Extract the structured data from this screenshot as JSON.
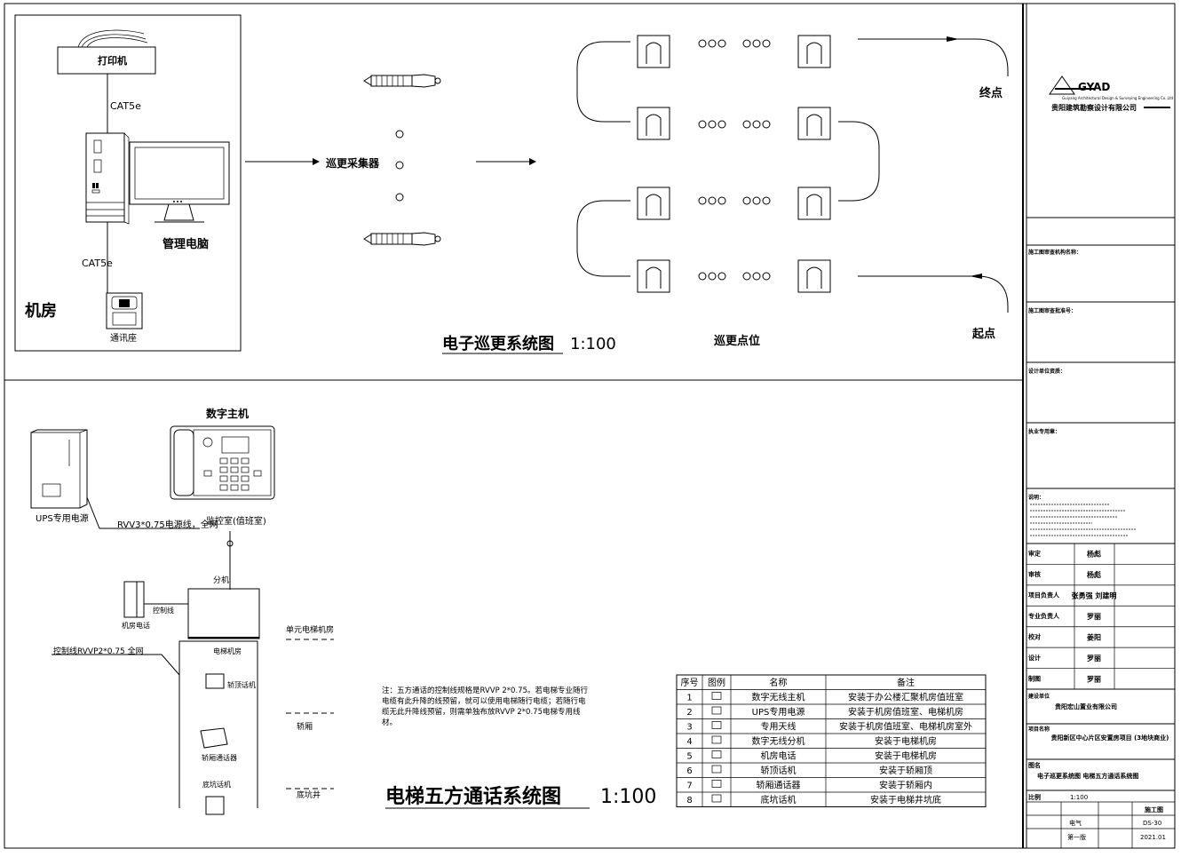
{
  "patrol": {
    "printer": "打印机",
    "cat5e_top": "CAT5e",
    "cat5e_bottom": "CAT5e",
    "mgmt_pc": "管理电脑",
    "comm_seat": "通讯座",
    "machine_room": "机房",
    "collector": "巡更采集器",
    "points_label": "巡更点位",
    "end_point": "终点",
    "start_point": "起点",
    "title": "电子巡更系统图",
    "scale": "1:100"
  },
  "elevator": {
    "digital_host": "数字主机",
    "ups": "UPS专用电源",
    "rvv_cable": "RVV3*0.75电源线，全网",
    "duty_room": "监控室(值班室)",
    "sub_unit": "分机",
    "machine_room_phone": "机房电话",
    "control_line": "控制线",
    "control_cable": "控制线RVVP2*0.75 全网",
    "elev_room": "电梯机房",
    "car_top": "轿顶话机",
    "car_intercom": "轿厢通话器",
    "pit_phone": "底坑话机",
    "floor_machine": "单元电梯机房",
    "car_label": "轿厢",
    "pit_label": "底坑井",
    "note": "注：五方通话的控制线规格是RVVP 2*0.75。若电梯专业随行电缆有此升降的线预留，就可以使用电梯随行电缆；若随行电缆无此升降线预留，则需单独布放RVVP 2*0.75电梯专用线材。",
    "title": "电梯五方通话系统图",
    "scale": "1:100"
  },
  "legend": {
    "headers": [
      "序号",
      "图例",
      "名称",
      "备注"
    ],
    "rows": [
      {
        "no": "1",
        "name": "数字无线主机",
        "remark": "安装于办公楼汇聚机房值班室"
      },
      {
        "no": "2",
        "name": "UPS专用电源",
        "remark": "安装于机房值班室、电梯机房"
      },
      {
        "no": "3",
        "name": "专用天线",
        "remark": "安装于机房值班室、电梯机房室外"
      },
      {
        "no": "4",
        "name": "数字无线分机",
        "remark": "安装于电梯机房"
      },
      {
        "no": "5",
        "name": "机房电话",
        "remark": "安装于电梯机房"
      },
      {
        "no": "6",
        "name": "轿顶话机",
        "remark": "安装于轿厢顶"
      },
      {
        "no": "7",
        "name": "轿厢通话器",
        "remark": "安装于轿厢内"
      },
      {
        "no": "8",
        "name": "底坑话机",
        "remark": "安装于电梯井坑底"
      }
    ]
  },
  "titleblock": {
    "logo": "GYAD",
    "company": "贵阳建筑勘察设计有限公司",
    "company_en": "Guiyang Architectural Design & Surveying Engineering Co.,Ltd",
    "construction_unit": "施工图审查机构名称：",
    "cert_no": "施工图审查批准号：",
    "design_cert": "设计单位资质：",
    "registered_stamp": "执业专用章：",
    "notes_label": "说明：",
    "rows": [
      {
        "label": "审定",
        "name": "杨彪"
      },
      {
        "label": "审核",
        "name": "杨彪"
      },
      {
        "label": "项目负责人",
        "name": "张勇强 刘建明"
      },
      {
        "label": "专业负责人",
        "name": "罗丽"
      },
      {
        "label": "校对",
        "name": "姜阳"
      },
      {
        "label": "设计",
        "name": "罗丽"
      },
      {
        "label": "制图",
        "name": "罗丽"
      }
    ],
    "client_label": "建设单位",
    "client": "贵阳宏山置业有限公司",
    "project_label": "项目名称",
    "project": "贵阳新区中心片区安置房项目 (3地块商业)",
    "drawing_label": "图名",
    "drawing": "电子巡更系统图 电梯五方通话系统图",
    "scale_label": "比例",
    "scale": "1:100",
    "stage": "施工图",
    "discipline": "电气",
    "sheet_no": "DS-30",
    "date": "2021.01",
    "version": "第一版"
  }
}
